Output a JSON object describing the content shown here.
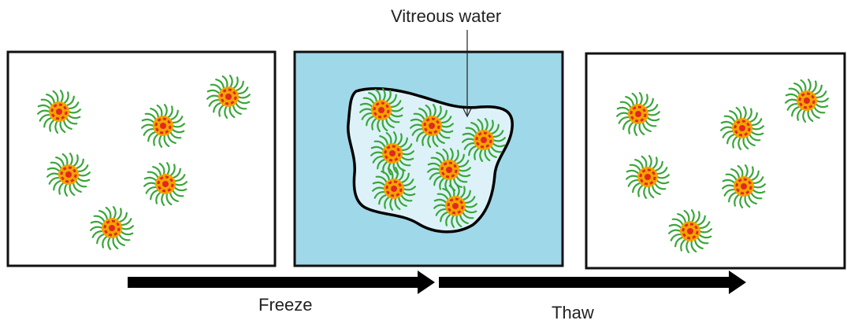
{
  "labels": {
    "vitreous_water": "Vitreous water",
    "freeze": "Freeze",
    "thaw": "Thaw"
  },
  "panels": [
    {
      "id": "before-freeze",
      "background": "#ffffff",
      "particle_count": 6
    },
    {
      "id": "frozen",
      "background": "#9fd8e8",
      "droplet_fill": "#ddf2f8",
      "particle_count": 7
    },
    {
      "id": "after-thaw",
      "background": "#ffffff",
      "particle_count": 6
    }
  ],
  "colors": {
    "particle_shell": "#f5a300",
    "particle_core": "#e0281e",
    "particle_hairs": "#3aa63a",
    "arrow": "#000000",
    "frame": "#111111"
  },
  "icons": {
    "particle": "micelle-particle-icon",
    "arrow": "process-arrow-icon"
  }
}
